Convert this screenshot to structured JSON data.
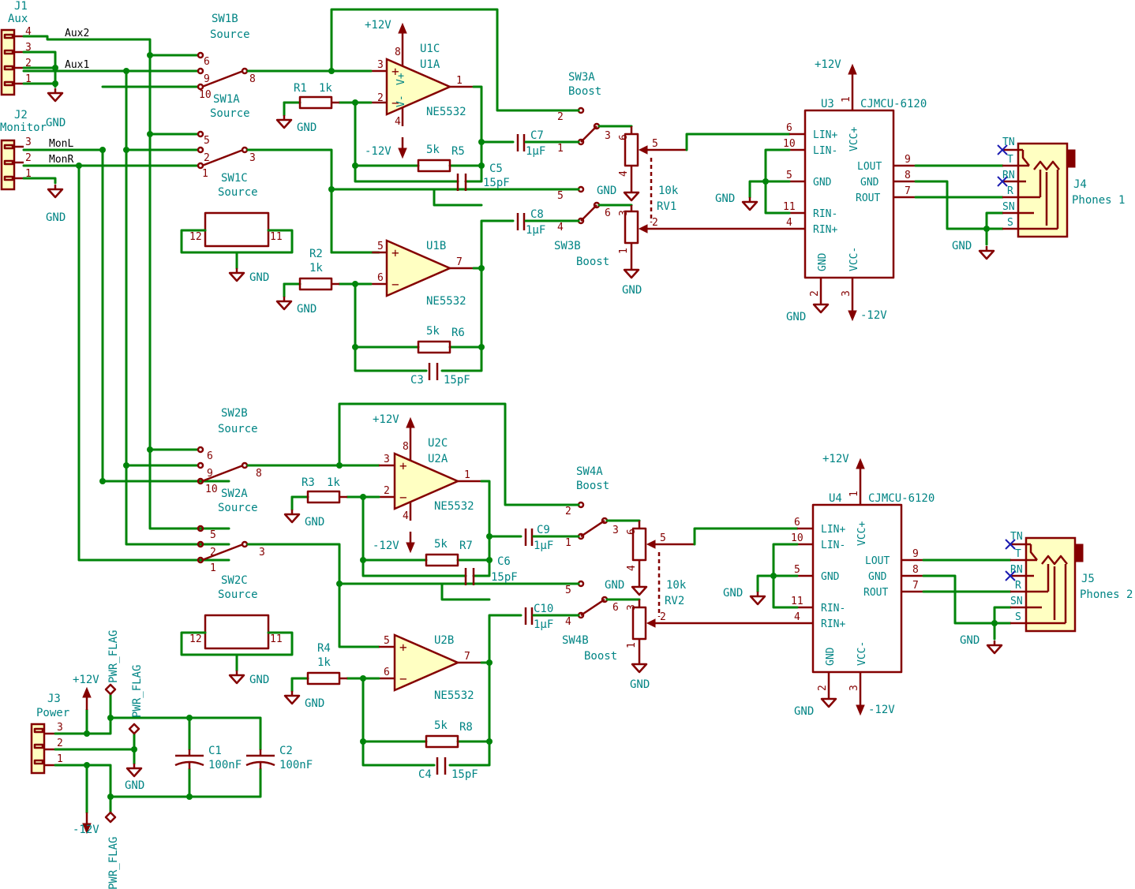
{
  "connectors": {
    "j1": {
      "ref": "J1",
      "value": "Aux",
      "pins": [
        "4",
        "3",
        "2",
        "1"
      ]
    },
    "j2": {
      "ref": "J2",
      "value": "Monitor",
      "pins": [
        "3",
        "2",
        "1"
      ]
    },
    "j3": {
      "ref": "J3",
      "value": "Power",
      "pins": [
        "3",
        "2",
        "1"
      ]
    }
  },
  "nets": {
    "aux2": "Aux2",
    "aux1": "Aux1",
    "monl": "MonL",
    "monr": "MonR"
  },
  "power": {
    "gnd": "GND",
    "p12": "+12V",
    "m12": "-12V",
    "pwrflag": "PWR_FLAG"
  },
  "switches": {
    "sw1b": {
      "ref": "SW1B",
      "value": "Source",
      "pins": [
        "6",
        "9",
        "10",
        "8"
      ]
    },
    "sw1a": {
      "ref": "SW1A",
      "value": "Source"
    },
    "sw1c": {
      "ref": "SW1C",
      "value": "Source",
      "pins": [
        "5",
        "2",
        "1",
        "3"
      ]
    },
    "sw2b": {
      "ref": "SW2B",
      "value": "Source",
      "pins": [
        "6",
        "9",
        "10",
        "8"
      ]
    },
    "sw2a": {
      "ref": "SW2A",
      "value": "Source"
    },
    "sw2c": {
      "ref": "SW2C",
      "value": "Source",
      "pins": [
        "5",
        "2",
        "1",
        "3"
      ]
    },
    "sw3a": {
      "ref": "SW3A",
      "value": "Boost",
      "pins": [
        "2",
        "1",
        "3"
      ]
    },
    "sw3b": {
      "ref": "SW3B",
      "value": "Boost",
      "pins": [
        "5",
        "4",
        "6"
      ]
    },
    "sw4a": {
      "ref": "SW4A",
      "value": "Boost",
      "pins": [
        "2",
        "1",
        "3"
      ]
    },
    "sw4b": {
      "ref": "SW4B",
      "value": "Boost",
      "pins": [
        "5",
        "4",
        "6"
      ]
    }
  },
  "blank_pins": {
    "left": "12",
    "right": "11"
  },
  "opamps": {
    "u1a": {
      "ref": "U1A",
      "unit_c": "U1C",
      "value": "NE5532",
      "pins": [
        "3",
        "2",
        "1",
        "8",
        "4"
      ],
      "vplus": "V+",
      "vminus": "V-"
    },
    "u1b": {
      "ref": "U1B",
      "value": "NE5532",
      "pins": [
        "5",
        "6",
        "7"
      ]
    },
    "u2a": {
      "ref": "U2A",
      "unit_c": "U2C",
      "value": "NE5532",
      "pins": [
        "3",
        "2",
        "1",
        "8",
        "4"
      ]
    },
    "u2b": {
      "ref": "U2B",
      "value": "NE5532",
      "pins": [
        "5",
        "6",
        "7"
      ]
    }
  },
  "resistors": [
    {
      "ref": "R1",
      "value": "1k"
    },
    {
      "ref": "R2",
      "value": "1k"
    },
    {
      "ref": "R3",
      "value": "1k"
    },
    {
      "ref": "R4",
      "value": "1k"
    },
    {
      "ref": "R5",
      "value": "5k"
    },
    {
      "ref": "R6",
      "value": "5k"
    },
    {
      "ref": "R7",
      "value": "5k"
    },
    {
      "ref": "R8",
      "value": "5k"
    }
  ],
  "capacitors": [
    {
      "ref": "C5",
      "value": "15pF"
    },
    {
      "ref": "C3",
      "value": "15pF"
    },
    {
      "ref": "C6",
      "value": "15pF"
    },
    {
      "ref": "C4",
      "value": "15pF"
    },
    {
      "ref": "C7",
      "value": "1µF"
    },
    {
      "ref": "C8",
      "value": "1µF"
    },
    {
      "ref": "C9",
      "value": "1µF"
    },
    {
      "ref": "C10",
      "value": "1µF"
    },
    {
      "ref": "C1",
      "value": "100nF"
    },
    {
      "ref": "C2",
      "value": "100nF"
    }
  ],
  "pots": [
    {
      "ref": "RV1",
      "value": "10k",
      "pins": [
        "6",
        "4",
        "5",
        "3",
        "1",
        "2"
      ]
    },
    {
      "ref": "RV2",
      "value": "10k",
      "pins": [
        "6",
        "4",
        "5",
        "3",
        "1",
        "2"
      ]
    }
  ],
  "amps": {
    "u3": {
      "ref": "U3",
      "value": "CJMCU-6120"
    },
    "u4": {
      "ref": "U4",
      "value": "CJMCU-6120"
    },
    "pins": {
      "lin_p": "LIN+",
      "lin_m": "LIN-",
      "gnd": "GND",
      "rin_m": "RIN-",
      "rin_p": "RIN+",
      "vcc_p": "VCC+",
      "vcc_m": "VCC-",
      "lout": "LOUT",
      "rout": "ROUT"
    },
    "pin_nums": {
      "lin_p": "6",
      "lin_m": "10",
      "gnd": "5",
      "rin_m": "11",
      "rin_p": "4",
      "vcc_p": "1",
      "gnd_b": "2",
      "vcc_m": "3",
      "lout": "9",
      "gnd_r": "8",
      "rout": "7"
    }
  },
  "jacks": {
    "j4": {
      "ref": "J4",
      "value": "Phones 1"
    },
    "j5": {
      "ref": "J5",
      "value": "Phones 2"
    },
    "pins": [
      "TN",
      "T",
      "RN",
      "R",
      "SN",
      "S"
    ]
  },
  "colors": {
    "wire": "#00840a",
    "symbol": "#840000",
    "body": "#ffffc2",
    "label": "#008484",
    "noconnect": "#1a1ab0"
  }
}
